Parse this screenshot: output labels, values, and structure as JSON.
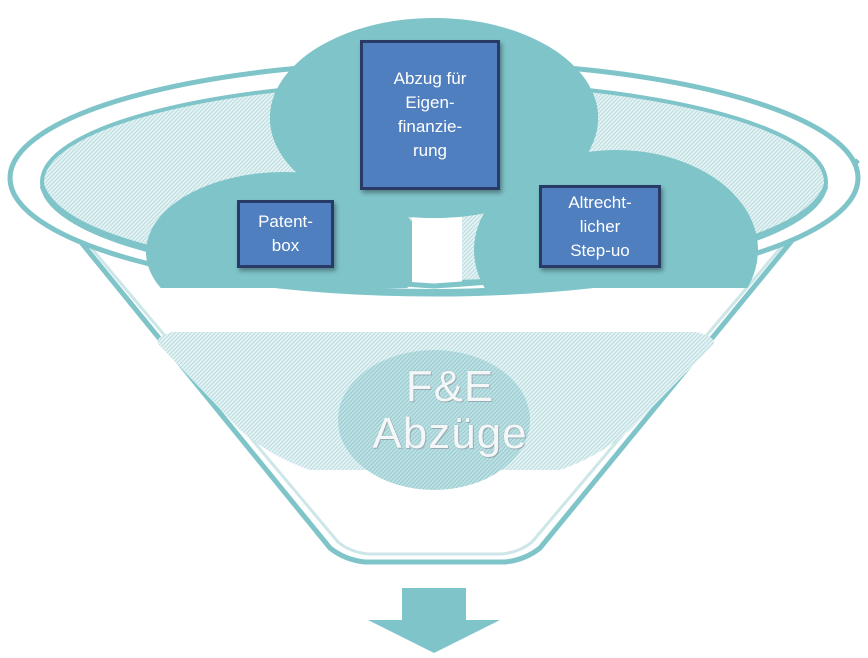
{
  "boxes": {
    "patent": {
      "line1": "Patent-",
      "line2": "box"
    },
    "abzug": {
      "line1": "Abzug für",
      "line2": "Eigen-",
      "line3": "finanzie-",
      "line4": "rung"
    },
    "step": {
      "line1": "Altrecht-",
      "line2": "licher",
      "line3": "Step-uo"
    }
  },
  "funnel": {
    "label_line1": "F&E",
    "label_line2": "Abzüge"
  },
  "colors": {
    "teal": "#7ec4c9",
    "teal_light": "#cde6e8",
    "box_fill": "#4f7fbf",
    "box_border": "#2a3a66"
  }
}
